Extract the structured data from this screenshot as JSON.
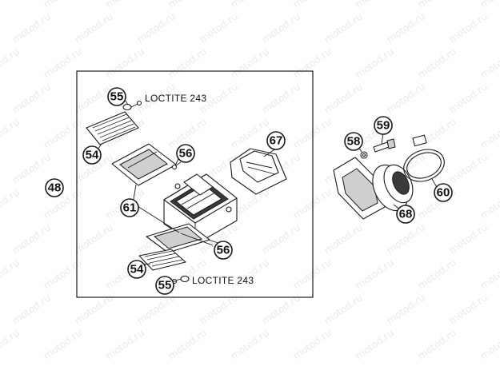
{
  "watermark": {
    "text": "motod.ru",
    "color": "#e9e9e9"
  },
  "callouts": {
    "c48": "48",
    "c55_top": "55",
    "c54_top": "54",
    "c56_top": "56",
    "c61": "61",
    "c67": "67",
    "c56_bottom": "56",
    "c54_bottom": "54",
    "c55_bottom": "55",
    "c58": "58",
    "c59": "59",
    "c60": "60",
    "c68": "68"
  },
  "notes": {
    "loctite_top": "LOCTITE 243",
    "loctite_bottom": "LOCTITE 243"
  }
}
